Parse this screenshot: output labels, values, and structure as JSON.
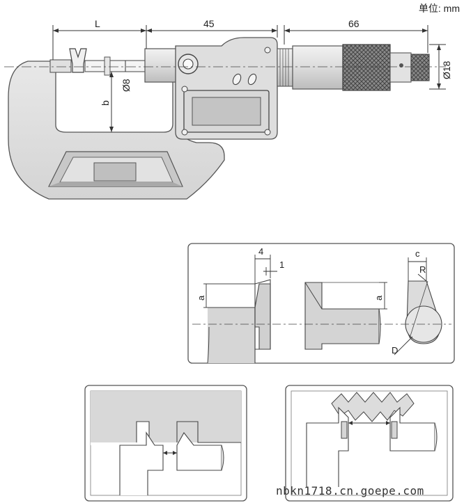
{
  "unit_label": "单位: mm",
  "dimensions": {
    "L": "L",
    "d45": "45",
    "d66": "66",
    "dia18": "Ø18",
    "dia8": "Ø8",
    "b": "b"
  },
  "detail": {
    "d4": "4",
    "d1": "1",
    "a_left": "a",
    "a_right": "a",
    "c": "c",
    "R": "R",
    "D": "D"
  },
  "watermark": "nbkn1718.cn.goepe.com"
}
